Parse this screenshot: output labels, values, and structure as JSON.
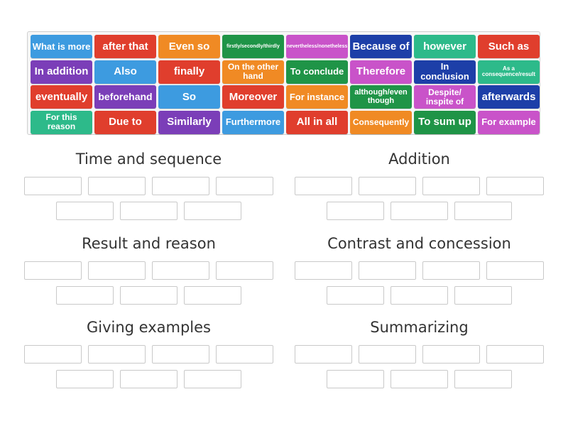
{
  "word_bank": [
    {
      "label": "What is more",
      "color": "#3d9be0",
      "size": 13
    },
    {
      "label": "after that",
      "color": "#e03e2d",
      "size": 15
    },
    {
      "label": "Even so",
      "color": "#f08a24",
      "size": 15
    },
    {
      "label": "firstly/secondly/thirdly",
      "color": "#1f9447",
      "size": 7
    },
    {
      "label": "nevertheless/nonetheless",
      "color": "#c953c9",
      "size": 7
    },
    {
      "label": "Because of",
      "color": "#1d3fa8",
      "size": 15
    },
    {
      "label": "however",
      "color": "#2dba8a",
      "size": 15
    },
    {
      "label": "Such as",
      "color": "#e03e2d",
      "size": 15
    },
    {
      "label": "In addition",
      "color": "#7b3eb8",
      "size": 15
    },
    {
      "label": "Also",
      "color": "#3d9be0",
      "size": 15
    },
    {
      "label": "finally",
      "color": "#e03e2d",
      "size": 15
    },
    {
      "label": "On the other hand",
      "color": "#f08a24",
      "size": 12
    },
    {
      "label": "To conclude",
      "color": "#1f9447",
      "size": 13
    },
    {
      "label": "Therefore",
      "color": "#c953c9",
      "size": 15
    },
    {
      "label": "In conclusion",
      "color": "#1d3fa8",
      "size": 13
    },
    {
      "label": "As a consequence/result",
      "color": "#2dba8a",
      "size": 8
    },
    {
      "label": "eventually",
      "color": "#e03e2d",
      "size": 15
    },
    {
      "label": "beforehand",
      "color": "#7b3eb8",
      "size": 14
    },
    {
      "label": "So",
      "color": "#3d9be0",
      "size": 15
    },
    {
      "label": "Moreover",
      "color": "#e03e2d",
      "size": 15
    },
    {
      "label": "For instance",
      "color": "#f08a24",
      "size": 13
    },
    {
      "label": "although/even though",
      "color": "#1f9447",
      "size": 11
    },
    {
      "label": "Despite/ inspite of",
      "color": "#c953c9",
      "size": 12
    },
    {
      "label": "afterwards",
      "color": "#1d3fa8",
      "size": 15
    },
    {
      "label": "For this reason",
      "color": "#2dba8a",
      "size": 12
    },
    {
      "label": "Due to",
      "color": "#e03e2d",
      "size": 15
    },
    {
      "label": "Similarly",
      "color": "#7b3eb8",
      "size": 15
    },
    {
      "label": "Furthermore",
      "color": "#3d9be0",
      "size": 13
    },
    {
      "label": "All in all",
      "color": "#e03e2d",
      "size": 15
    },
    {
      "label": "Consequently",
      "color": "#f08a24",
      "size": 12
    },
    {
      "label": "To sum up",
      "color": "#1f9447",
      "size": 15
    },
    {
      "label": "For example",
      "color": "#c953c9",
      "size": 13
    }
  ],
  "groups": [
    {
      "title": "Time and sequence"
    },
    {
      "title": "Addition"
    },
    {
      "title": "Result and reason"
    },
    {
      "title": "Contrast and concession"
    },
    {
      "title": "Giving examples"
    },
    {
      "title": "Summarizing"
    }
  ]
}
